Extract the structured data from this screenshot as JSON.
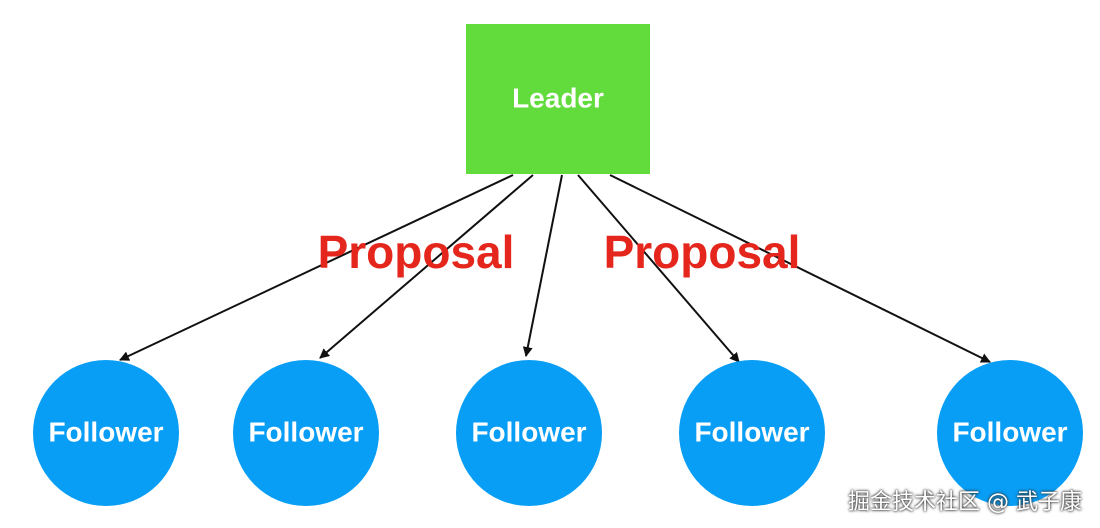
{
  "leader": {
    "label": "Leader",
    "color": "#62db3d"
  },
  "followers": [
    {
      "label": "Follower"
    },
    {
      "label": "Follower"
    },
    {
      "label": "Follower"
    },
    {
      "label": "Follower"
    },
    {
      "label": "Follower"
    }
  ],
  "follower_color": "#089ef5",
  "proposal_labels": [
    "Proposal",
    "Proposal"
  ],
  "proposal_color": "#e5261c",
  "watermark": "掘金技术社区 @ 武子康"
}
